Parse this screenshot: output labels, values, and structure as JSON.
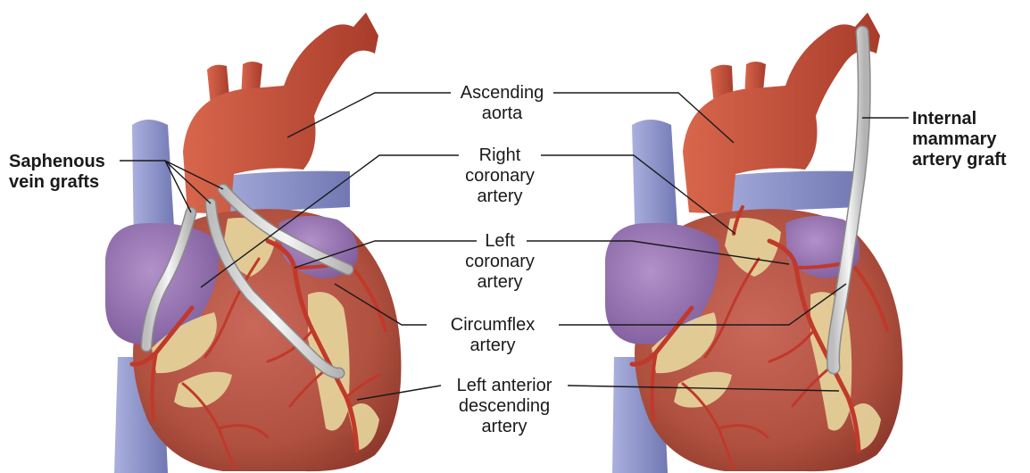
{
  "labels": {
    "ascending_aorta": [
      "Ascending",
      "aorta"
    ],
    "right_coronary": [
      "Right",
      "coronary",
      "artery"
    ],
    "left_coronary": [
      "Left",
      "coronary",
      "artery"
    ],
    "circumflex": [
      "Circumflex",
      "artery"
    ],
    "lad": [
      "Left anterior",
      "descending",
      "artery"
    ],
    "saphenous": [
      "Saphenous",
      "vein grafts"
    ],
    "mammary": [
      "Internal",
      "mammary",
      "artery graft"
    ]
  },
  "colors": {
    "aorta": "#c8503a",
    "aorta_dark": "#9a3526",
    "vena_cava": "#8c93c9",
    "atrium": "#9a76b3",
    "myocardium": "#b5574a",
    "fat": "#e6d49c",
    "vessel": "#c0392b",
    "graft": "#e2e2e2"
  }
}
